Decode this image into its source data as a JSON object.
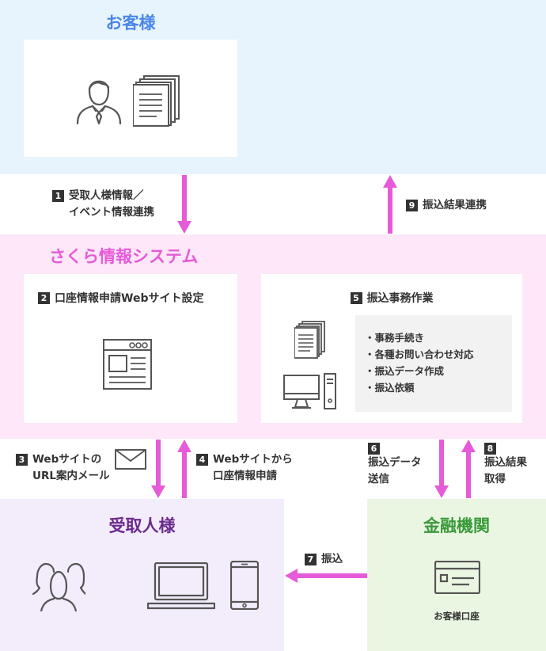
{
  "zones": {
    "customer": {
      "title": "お客様",
      "color": "#4a86e8"
    },
    "system": {
      "title": "さくら情報システム",
      "color": "#e55bd8"
    },
    "recipient": {
      "title": "受取人様",
      "color": "#6b2a8c"
    },
    "bank": {
      "title": "金融機関",
      "color": "#3a9a3a",
      "account_label": "お客様口座"
    }
  },
  "panels": {
    "setup": {
      "num": "2",
      "title": "口座情報申請Webサイト設定"
    },
    "work": {
      "num": "5",
      "title": "振込事務作業",
      "items": [
        "事務手続き",
        "各種お問い合わせ対応",
        "振込データ作成",
        "振込依頼"
      ]
    }
  },
  "steps": {
    "s1": {
      "num": "1",
      "line1": "受取人様情報／",
      "line2": "イベント情報連携"
    },
    "s9": {
      "num": "9",
      "line1": "振込結果連携"
    },
    "s3": {
      "num": "3",
      "line1": "Webサイトの",
      "line2": "URL案内メール"
    },
    "s4": {
      "num": "4",
      "line1": "Webサイトから",
      "line2": "口座情報申請"
    },
    "s6": {
      "num": "6",
      "line1": "振込データ",
      "line2": "送信"
    },
    "s8": {
      "num": "8",
      "line1": "振込結果",
      "line2": "取得"
    },
    "s7": {
      "num": "7",
      "line1": "振込"
    }
  },
  "colors": {
    "arrow": "#e55bd8",
    "customer_bg": "#e8f4fd",
    "system_bg": "#fde7f8",
    "recipient_bg": "#f2ecfb",
    "bank_bg": "#eaf5e2",
    "icon": "#555555"
  }
}
